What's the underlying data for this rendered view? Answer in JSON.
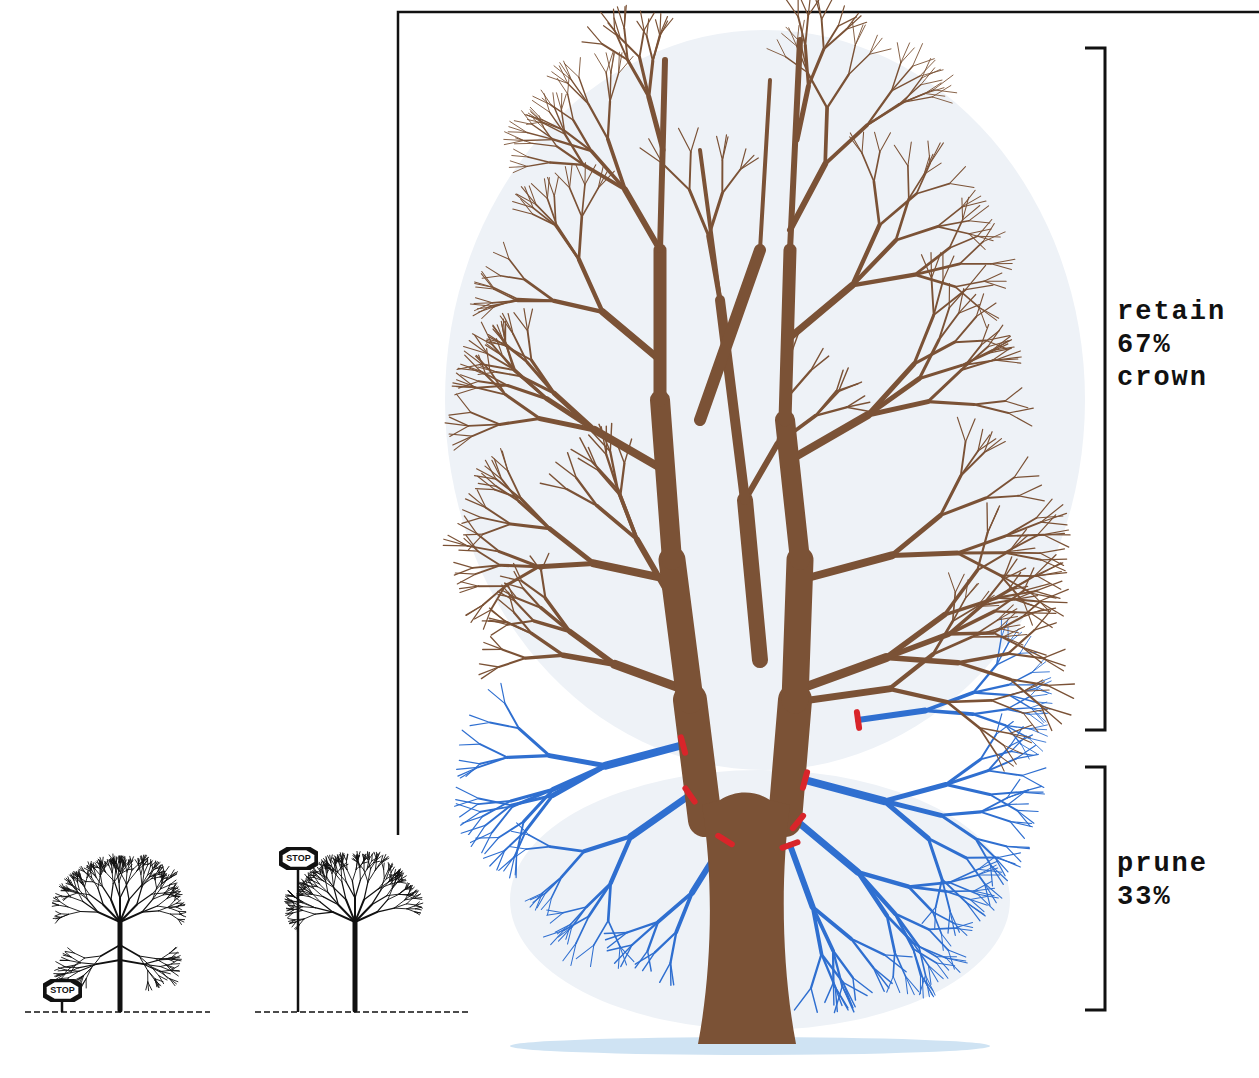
{
  "diagram": {
    "nodes": [
      {
        "text": [
          "STOP"
        ]
      },
      {
        "text": [
          "STOP"
        ]
      }
    ],
    "labels": [
      "retain 67% crown",
      "prune 33%"
    ]
  }
}
